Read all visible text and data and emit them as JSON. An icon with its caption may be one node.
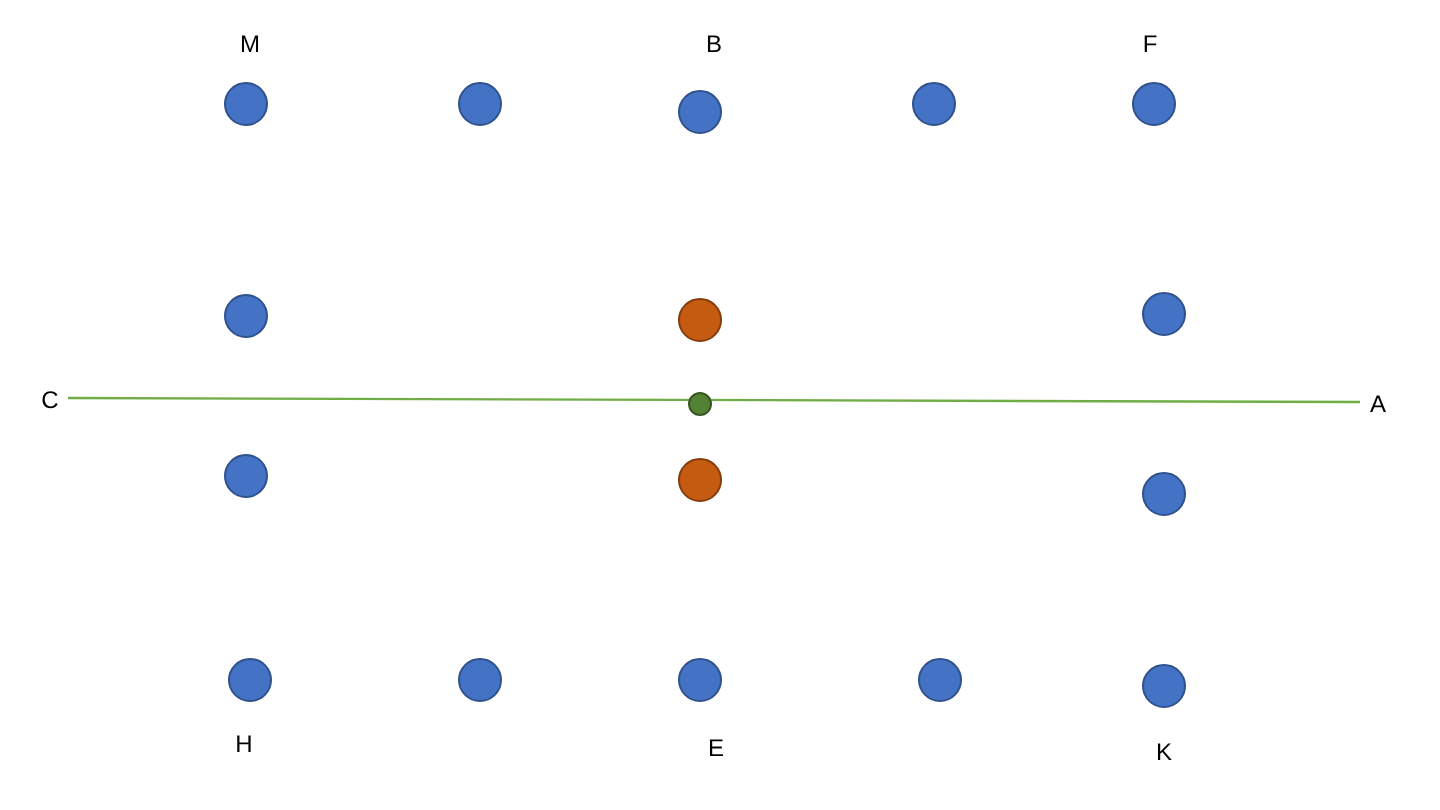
{
  "diagram": {
    "nodes": [
      {
        "text": [],
        "shape": "circle"
      },
      {
        "text": [],
        "shape": "circle"
      },
      {
        "text": [],
        "shape": "circle"
      },
      {
        "text": [],
        "shape": "circle"
      },
      {
        "text": [],
        "shape": "circle"
      },
      {
        "text": [],
        "shape": "circle"
      },
      {
        "text": [],
        "shape": "circle"
      },
      {
        "text": [],
        "shape": "circle"
      },
      {
        "text": [
          "C"
        ]
      },
      {
        "text": [],
        "shape": "circle"
      },
      {
        "text": [
          "A"
        ]
      },
      {
        "text": [],
        "shape": "circle"
      },
      {
        "text": [],
        "shape": "circle"
      },
      {
        "text": [],
        "shape": "circle"
      },
      {
        "text": [],
        "shape": "circle"
      },
      {
        "text": [],
        "shape": "circle"
      },
      {
        "text": [],
        "shape": "circle"
      },
      {
        "text": [],
        "shape": "circle"
      },
      {
        "text": [],
        "shape": "circle"
      }
    ],
    "edges": [
      {
        "from": 8,
        "to": 10,
        "arrow": "none"
      }
    ],
    "labels": [
      "M",
      "B",
      "F",
      "H",
      "E",
      "K"
    ]
  }
}
